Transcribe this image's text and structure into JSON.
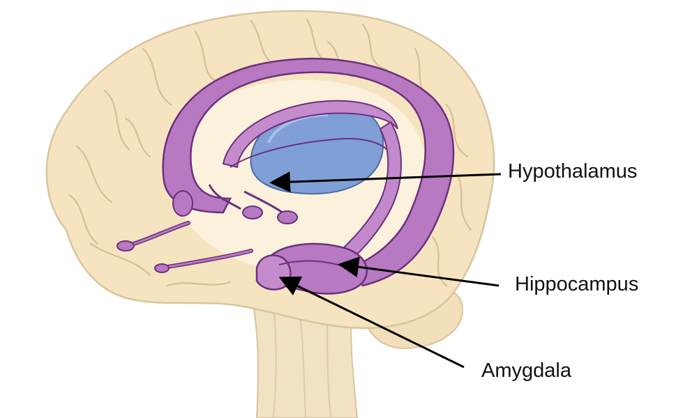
{
  "labels": {
    "hypothalamus": "Hypothalamus",
    "hippocampus": "Hippocampus",
    "amygdala": "Amygdala"
  },
  "colors": {
    "brain_fill": "#f6e4c0",
    "brain_outline": "#d9c49d",
    "gyri_lines": "#cdb68c",
    "limbic_fill": "#b779c2",
    "limbic_dark": "#7e3f8c",
    "thalamus_fill": "#7f9fd6",
    "arrow": "#000000"
  }
}
